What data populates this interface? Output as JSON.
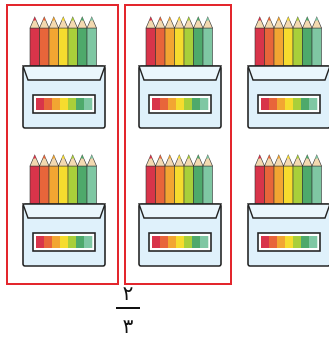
{
  "pencil_boxes": {
    "total": 6,
    "grouped": 4,
    "icon": "colored-pencil-box-icon",
    "pencil_colors": [
      "#d8344a",
      "#e8653a",
      "#f2a632",
      "#f6dc2e",
      "#a9cf3a",
      "#4ea96b",
      "#7fc7a3"
    ],
    "box_fill": "#dff1fb",
    "box_outline": "#222222"
  },
  "selection": {
    "color": "#e3262d"
  },
  "fraction": {
    "numerator": "٢",
    "denominator": "٣"
  }
}
